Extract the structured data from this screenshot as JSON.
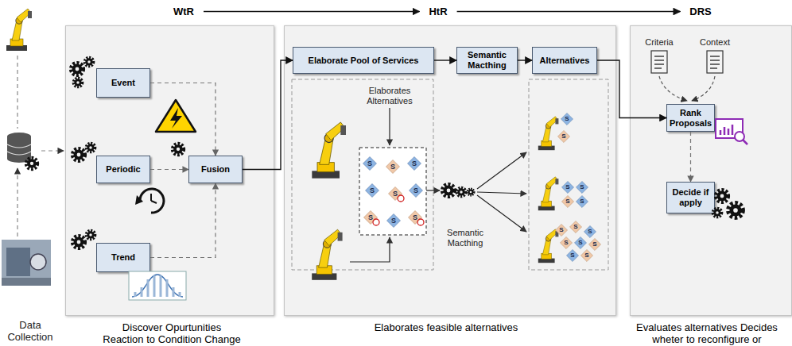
{
  "diagram": {
    "nodes": [
      {
        "text": [
          "WtR",
          "Discover Opurtunities Reaction to Condition Change"
        ]
      },
      {
        "text": [
          "Event"
        ],
        "in": 0
      },
      {
        "text": [
          "Periodic"
        ],
        "in": 0
      },
      {
        "text": [
          "Trend"
        ],
        "in": 0
      },
      {
        "text": [
          "Fusion"
        ],
        "in": 0
      },
      {
        "text": [
          "HtR",
          "Elaborates feasible alternatives"
        ]
      },
      {
        "text": [
          "Elaborate Pool of Services"
        ],
        "in": 5
      },
      {
        "text": [
          "Semantic Macthing"
        ],
        "in": 5
      },
      {
        "text": [
          "Alternatives"
        ],
        "in": 5
      },
      {
        "text": [
          "DRS",
          "Evaluates alternatives Decides wheter to reconfigure or"
        ]
      },
      {
        "text": [
          "Rank Proposals"
        ],
        "in": 9
      },
      {
        "text": [
          "Decide if apply"
        ],
        "in": 9
      }
    ],
    "edges": [
      {
        "from": 1,
        "to": 4,
        "arrow": "to"
      },
      {
        "from": 2,
        "to": 4,
        "arrow": "to"
      },
      {
        "from": 3,
        "to": 4,
        "arrow": "to"
      },
      {
        "from": 4,
        "to": 6,
        "arrow": "to"
      },
      {
        "from": 6,
        "to": 7,
        "arrow": "to"
      },
      {
        "from": 7,
        "to": 8,
        "arrow": "to"
      },
      {
        "from": 8,
        "to": 10,
        "arrow": "to"
      },
      {
        "from": 10,
        "to": 11,
        "arrow": "to"
      },
      {
        "from": 0,
        "to": 5,
        "arrow": "to"
      },
      {
        "from": 5,
        "to": 9,
        "arrow": "to"
      }
    ],
    "labels": [
      "Elaborates Alternatives",
      "Semantic Macthing",
      "Criteria",
      "Context",
      "Data Collection",
      "S",
      "S",
      "S",
      "S",
      "S",
      "S",
      "S",
      "S",
      "S",
      "S",
      "S",
      "S",
      "S",
      "S",
      "S",
      "S",
      "S",
      "S",
      "S",
      "S",
      "S",
      "S",
      "S"
    ]
  }
}
